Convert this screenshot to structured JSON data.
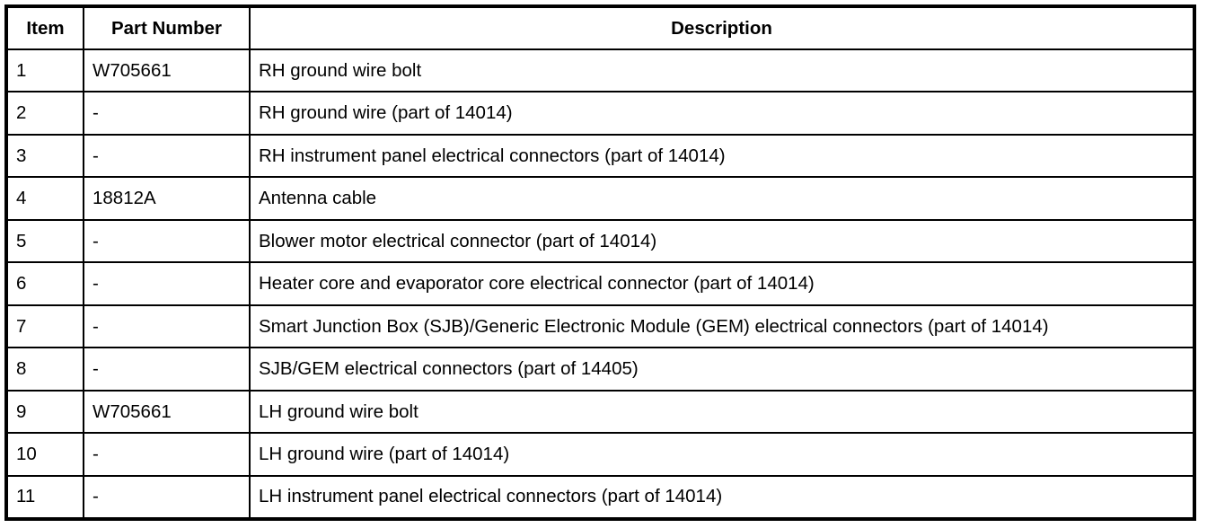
{
  "table": {
    "columns": [
      {
        "key": "item",
        "label": "Item",
        "align": "center"
      },
      {
        "key": "part_number",
        "label": "Part Number",
        "align": "center"
      },
      {
        "key": "description",
        "label": "Description",
        "align": "center"
      }
    ],
    "rows": [
      {
        "item": "1",
        "part_number": "W705661",
        "description": "RH ground wire bolt"
      },
      {
        "item": "2",
        "part_number": "-",
        "description": "RH ground wire (part of 14014)"
      },
      {
        "item": "3",
        "part_number": "-",
        "description": "RH instrument panel electrical connectors (part of 14014)"
      },
      {
        "item": "4",
        "part_number": "18812A",
        "description": "Antenna cable"
      },
      {
        "item": "5",
        "part_number": "-",
        "description": "Blower motor electrical connector (part of 14014)"
      },
      {
        "item": "6",
        "part_number": "-",
        "description": "Heater core and evaporator core electrical connector (part of 14014)"
      },
      {
        "item": "7",
        "part_number": "-",
        "description": "Smart Junction Box (SJB)/Generic Electronic Module (GEM) electrical connectors (part of 14014)"
      },
      {
        "item": "8",
        "part_number": "-",
        "description": "SJB/GEM electrical connectors (part of 14405)"
      },
      {
        "item": "9",
        "part_number": "W705661",
        "description": "LH ground wire bolt"
      },
      {
        "item": "10",
        "part_number": "-",
        "description": "LH ground wire (part of 14014)"
      },
      {
        "item": "11",
        "part_number": "-",
        "description": "LH instrument panel electrical connectors (part of 14014)"
      }
    ]
  },
  "colors": {
    "border": "#000000",
    "text": "#000000",
    "background": "#ffffff"
  }
}
